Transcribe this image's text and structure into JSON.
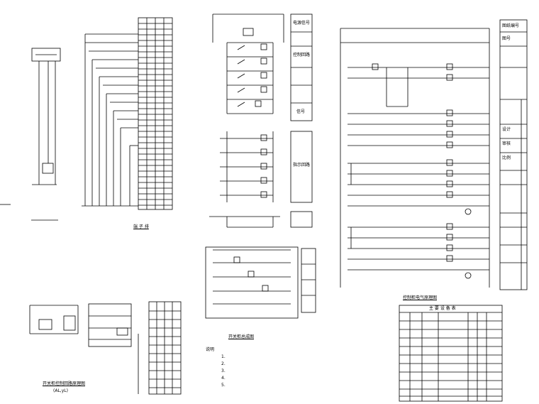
{
  "drawing": {
    "captions": {
      "terminal_block": "端 子 排",
      "bottom_left_schematic": "开关柜控制回路原理图",
      "bottom_left_sub": "(AL,yL)",
      "bottom_mid": "开关柜总成图",
      "right_schematic": "控制柜电气原理图",
      "material_table_title": "主 要 设 备 表"
    },
    "notes": {
      "heading": "说明",
      "lines": [
        "1.",
        "2.",
        "3.",
        "4.",
        "5."
      ]
    },
    "mid_legend": [
      "电源信号",
      "控制回路",
      "指示回路",
      "信号"
    ],
    "right_title_block": [
      "图纸编号",
      "图号",
      "设计",
      "审核",
      "比例"
    ]
  }
}
